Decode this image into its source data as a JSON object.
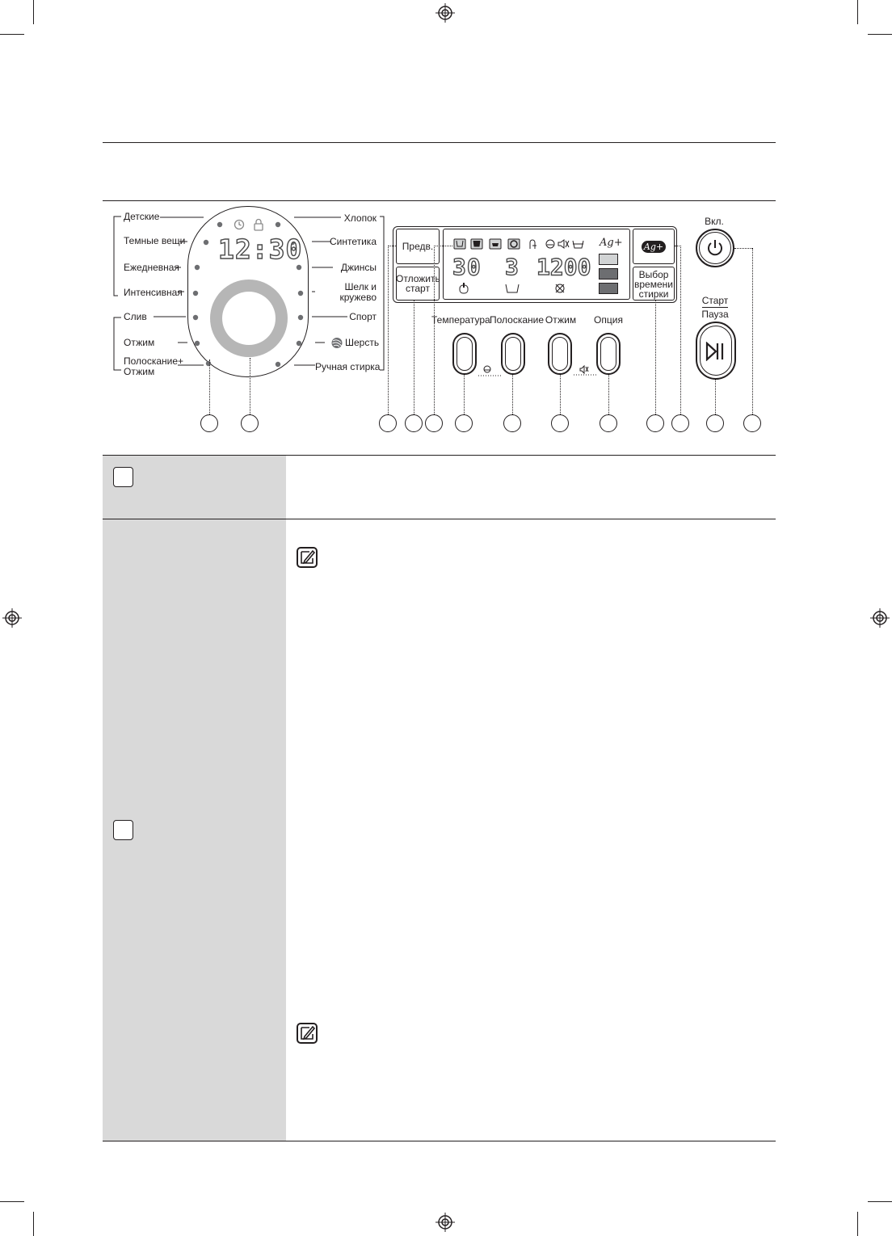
{
  "programs_left": [
    "Детские",
    "Темные вещи",
    "Ежедневная",
    "Интенсивная",
    "Слив",
    "Отжим",
    "Полоскание+\nОтжим"
  ],
  "programs_right": [
    "Хлопок",
    "Синтетика",
    "Джинсы",
    "Шелк и\nкружево",
    "Спорт",
    "Шерсть",
    "Ручная стирка"
  ],
  "dial_display": "12:30",
  "buttons": {
    "prewash": "Предв.",
    "delay_start": "Отложить\nстарт",
    "temperature": "Температура",
    "rinse": "Полоскание",
    "spin": "Отжим",
    "option": "Опция",
    "wash_time": "Выбор\nвремени\nстирки",
    "power": "Вкл.",
    "start": "Старт",
    "pause": "Пауза"
  },
  "display": {
    "temperature": "30",
    "rinse": "3",
    "spin": "1200",
    "ag_mark": "Ag+"
  },
  "icons": [
    "clock-icon",
    "lock-icon",
    "prewash-icon",
    "wash-icon",
    "rinse-icon",
    "spin-icon",
    "pump-icon",
    "bubble-icon",
    "mute-icon",
    "ag-icon",
    "power-icon",
    "play-pause-icon",
    "wool-icon",
    "note-icon",
    "registration-mark-icon"
  ]
}
